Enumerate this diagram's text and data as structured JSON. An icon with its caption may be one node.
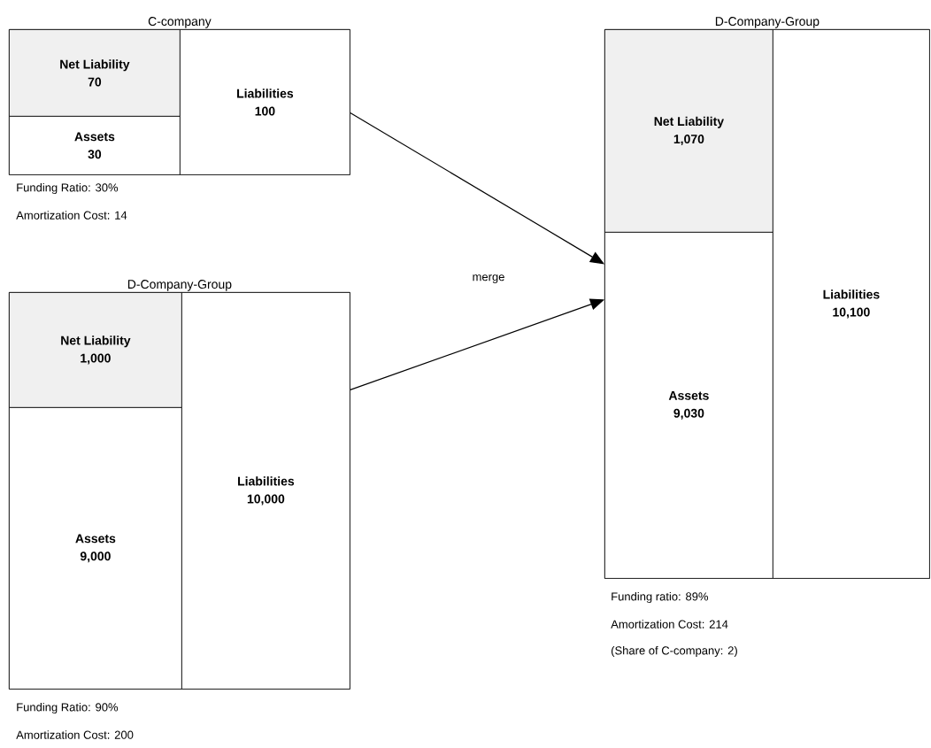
{
  "diagram": {
    "nodes": [
      {
        "text": [
          "C-company"
        ],
        "beside": [
          "Funding Ratio: 30%",
          "Amortization Cost: 14"
        ]
      },
      {
        "text": [
          "Net Liability",
          "70"
        ],
        "in": 0
      },
      {
        "text": [
          "Assets",
          "30"
        ],
        "in": 0
      },
      {
        "text": [
          "Liabilities",
          "100"
        ],
        "in": 0
      },
      {
        "text": [
          "D-Company-Group"
        ],
        "beside": [
          "Funding Ratio: 90%",
          "Amortization Cost: 200"
        ]
      },
      {
        "text": [
          "Net Liability",
          "1,000"
        ],
        "in": 4
      },
      {
        "text": [
          "Assets",
          "9,000"
        ],
        "in": 4
      },
      {
        "text": [
          "Liabilities",
          "10,000"
        ],
        "in": 4
      },
      {
        "text": [
          "D-Company-Group"
        ],
        "beside": [
          "Funding ratio: 89%",
          "Amortization Cost: 214",
          "(Share of C-company: 2)"
        ]
      },
      {
        "text": [
          "Net Liability",
          "1,070"
        ],
        "in": 8
      },
      {
        "text": [
          "Assets",
          "9,030"
        ],
        "in": 8
      },
      {
        "text": [
          "Liabilities",
          "10,100"
        ],
        "in": 8
      }
    ],
    "edges": [
      {
        "from": 0,
        "to": 8,
        "arrow": "to"
      },
      {
        "from": 4,
        "to": 8,
        "arrow": "to"
      }
    ],
    "labels": [
      "merge"
    ]
  }
}
